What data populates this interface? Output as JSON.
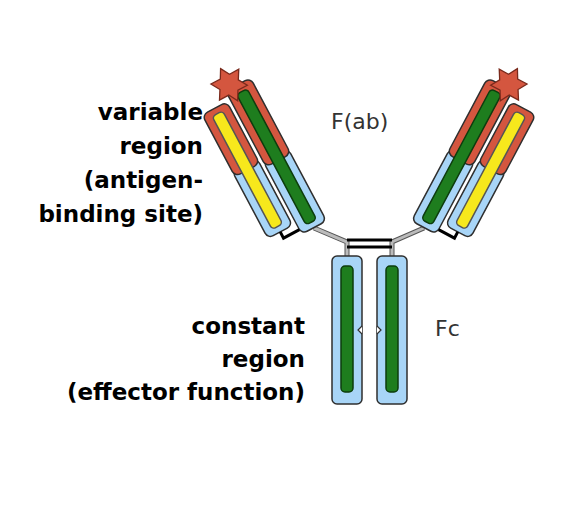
{
  "diagram": {
    "labels": [
      "variable region (antigen-binding site)",
      "F(ab)",
      "constant region (effector function)",
      "Fc"
    ]
  }
}
